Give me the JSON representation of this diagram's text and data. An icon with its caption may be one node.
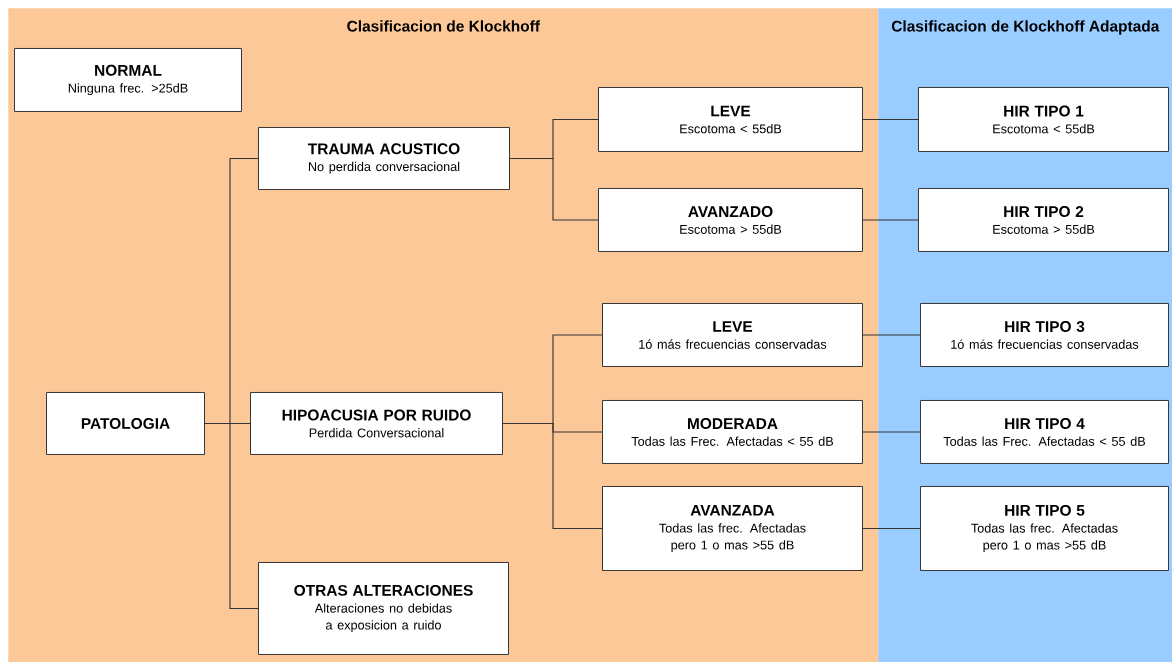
{
  "diagram": {
    "nodes": [
      {
        "text": [
          "Clasificacion de Klockhoff"
        ]
      },
      {
        "text": [
          "Clasificacion de Klockhoff Adaptada"
        ]
      },
      {
        "text": [
          "NORMAL",
          "Ninguna frec. >25dB"
        ],
        "in": 0
      },
      {
        "text": [
          "TRAUMA ACUSTICO",
          "No perdida conversacional"
        ],
        "in": 0
      },
      {
        "text": [
          "LEVE",
          "Escotoma < 55dB"
        ],
        "in": 0
      },
      {
        "text": [
          "AVANZADO",
          "Escotoma > 55dB"
        ],
        "in": 0
      },
      {
        "text": [
          "HIR TIPO 1",
          "Escotoma < 55dB"
        ],
        "in": 1
      },
      {
        "text": [
          "HIR TIPO 2",
          "Escotoma > 55dB"
        ],
        "in": 1
      },
      {
        "text": [
          "PATOLOGIA"
        ],
        "in": 0
      },
      {
        "text": [
          "HIPOACUSIA POR RUIDO",
          "Perdida Conversacional"
        ],
        "in": 0
      },
      {
        "text": [
          "LEVE",
          "1ó más frecuencias conservadas"
        ],
        "in": 0
      },
      {
        "text": [
          "HIR TIPO 3",
          "1ó más frecuencias conservadas"
        ],
        "in": 1
      },
      {
        "text": [
          "MODERADA",
          "Todas las Frec. Afectadas < 55 dB"
        ],
        "in": 0
      },
      {
        "text": [
          "HIR TIPO 4",
          "Todas las Frec. Afectadas < 55 dB"
        ],
        "in": 1
      },
      {
        "text": [
          "AVANZADA",
          "Todas las frec. Afectadas pero 1 o mas >55 dB"
        ],
        "in": 0
      },
      {
        "text": [
          "HIR TIPO 5",
          "Todas las frec. Afectadas pero 1 o mas >55 dB"
        ],
        "in": 1
      },
      {
        "text": [
          "OTRAS ALTERACIONES",
          "Alteraciones no debidas a exposicion a ruido"
        ],
        "in": 0
      }
    ],
    "edges": [
      {
        "from": 8,
        "to": 3,
        "arrow": "none"
      },
      {
        "from": 8,
        "to": 9,
        "arrow": "none"
      },
      {
        "from": 8,
        "to": 16,
        "arrow": "none"
      },
      {
        "from": 3,
        "to": 4,
        "arrow": "none"
      },
      {
        "from": 3,
        "to": 5,
        "arrow": "none"
      },
      {
        "from": 9,
        "to": 10,
        "arrow": "none"
      },
      {
        "from": 9,
        "to": 12,
        "arrow": "none"
      },
      {
        "from": 9,
        "to": 14,
        "arrow": "none"
      },
      {
        "from": 4,
        "to": 6,
        "arrow": "none"
      },
      {
        "from": 5,
        "to": 7,
        "arrow": "none"
      },
      {
        "from": 10,
        "to": 11,
        "arrow": "none"
      },
      {
        "from": 12,
        "to": 13,
        "arrow": "none"
      },
      {
        "from": 14,
        "to": 15,
        "arrow": "none"
      }
    ]
  }
}
